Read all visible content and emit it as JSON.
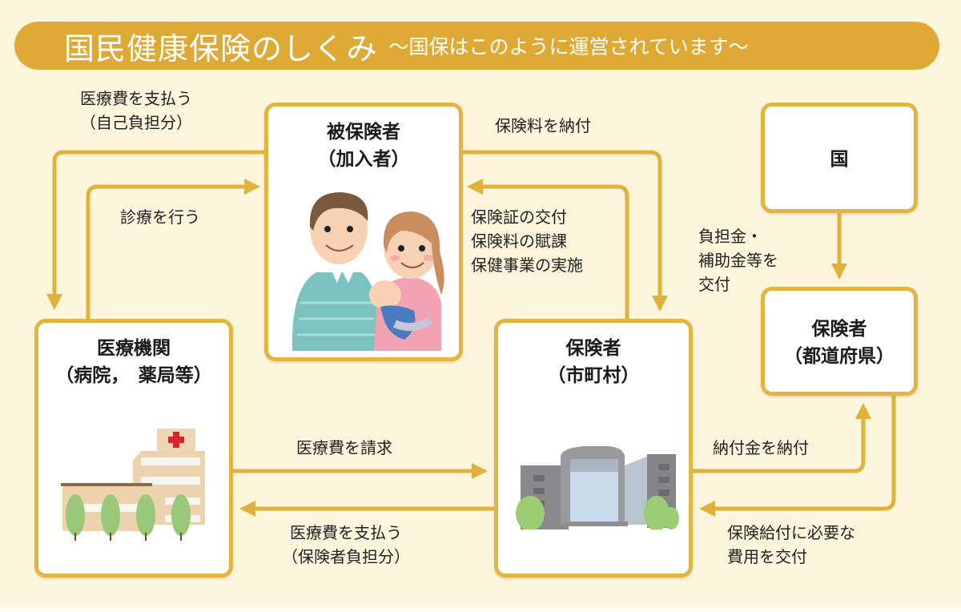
{
  "title": {
    "main": "国民健康保険のしくみ",
    "subtitle": "～国保はこのように運営されています～"
  },
  "nodes": {
    "insured": {
      "line1": "被保険者",
      "line2": "（加入者）",
      "illustration": "family-icon"
    },
    "medical": {
      "line1": "医療機関",
      "line2": "（病院，　薬局等）",
      "illustration": "hospital-icon"
    },
    "municipal": {
      "line1": "保険者",
      "line2": "（市町村）",
      "illustration": "city-hall-icon"
    },
    "nation": {
      "line1": "国"
    },
    "prefecture": {
      "line1": "保険者",
      "line2": "（都道府県）"
    }
  },
  "flows": {
    "insured_to_medical": {
      "line1": "医療費を支払う",
      "line2": "（自己負担分）"
    },
    "medical_to_insured": {
      "line1": "診療を行う"
    },
    "insured_to_municipal": {
      "line1": "保険料を納付"
    },
    "municipal_to_insured": {
      "line1": "保険証の交付",
      "line2": "保険料の賦課",
      "line3": "保健事業の実施"
    },
    "nation_to_prefecture": {
      "line1": "負担金・",
      "line2": "補助金等を",
      "line3": "交付"
    },
    "medical_to_municipal": {
      "line1": "医療費を請求"
    },
    "municipal_to_medical": {
      "line1": "医療費を支払う",
      "line2": "（保険者負担分）"
    },
    "municipal_to_prefecture": {
      "line1": "納付金を納付"
    },
    "prefecture_to_municipal": {
      "line1": "保険給付に必要な",
      "line2": "費用を交付"
    }
  },
  "colors": {
    "background": "#fdf5dc",
    "title_bar": "#dfa935",
    "border": "#e2b441",
    "arrow": "#e0b23c"
  }
}
